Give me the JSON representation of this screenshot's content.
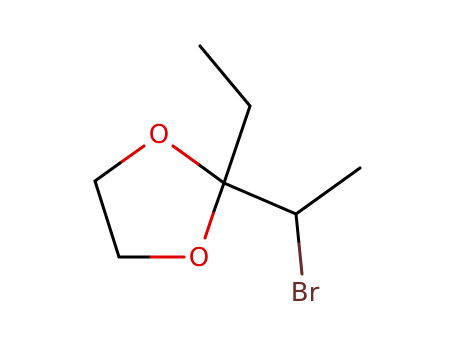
{
  "molecule": {
    "atoms": {
      "o1": {
        "label": "O",
        "color": "#e00000"
      },
      "o2": {
        "label": "O",
        "color": "#e00000"
      },
      "br": {
        "label": "Br",
        "color": "#6b2b2b"
      }
    },
    "bond_color": "#000000"
  }
}
